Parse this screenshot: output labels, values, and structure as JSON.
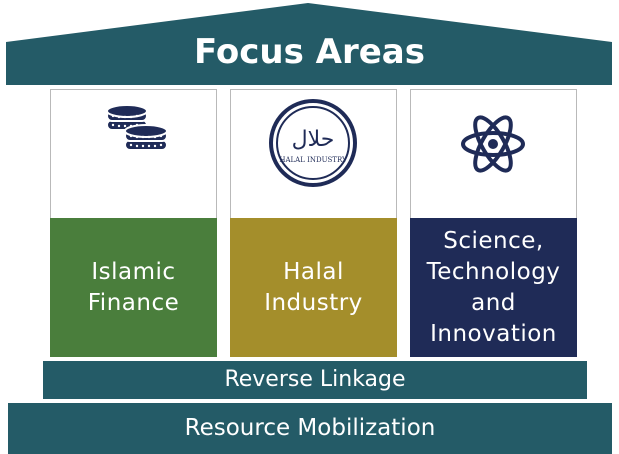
{
  "title": "Focus Areas",
  "colors": {
    "teal": "#245B67",
    "green": "#4A7E3C",
    "gold": "#A48E2B",
    "navy": "#1F2B57",
    "icon_navy": "#1F2B57"
  },
  "pillars": [
    {
      "label": "Islamic\nFinance",
      "icon": "coins-icon"
    },
    {
      "label": "Halal\nIndustry",
      "icon": "halal-seal-icon",
      "seal_arabic": "حلال",
      "seal_text": "HALAL INDUSTRY"
    },
    {
      "label": "Science,\nTechnology\nand\nInnovation",
      "icon": "atom-icon"
    }
  ],
  "bands": {
    "reverse_linkage": "Reverse Linkage",
    "resource_mobilization": "Resource Mobilization"
  }
}
